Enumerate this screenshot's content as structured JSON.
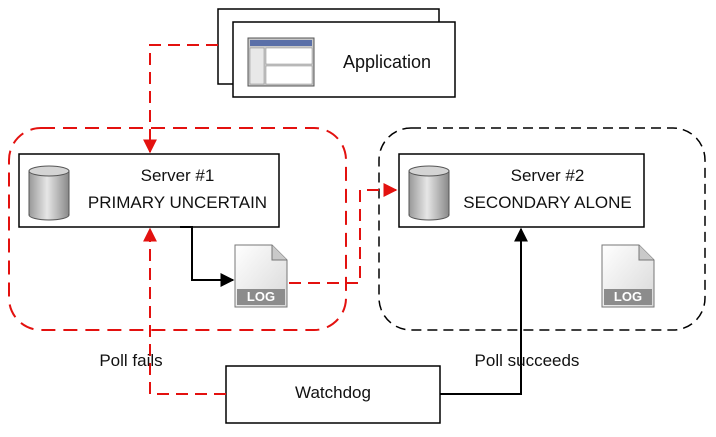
{
  "application": {
    "label": "Application"
  },
  "server1": {
    "name": "Server #1",
    "status": "PRIMARY UNCERTAIN"
  },
  "server2": {
    "name": "Server #2",
    "status": "SECONDARY ALONE"
  },
  "log1": {
    "label": "LOG"
  },
  "log2": {
    "label": "LOG"
  },
  "watchdog": {
    "label": "Watchdog"
  },
  "poll_fails": {
    "label": "Poll fails"
  },
  "poll_succeeds": {
    "label": "Poll succeeds"
  },
  "colors": {
    "failure": "#e3110f",
    "normal": "#000000"
  }
}
